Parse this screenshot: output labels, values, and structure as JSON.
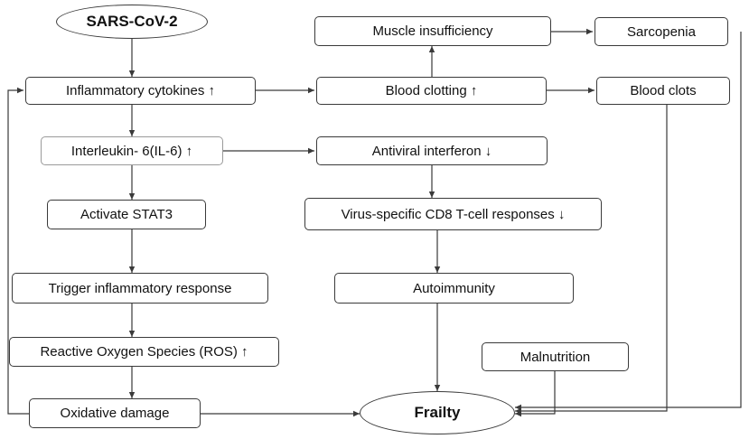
{
  "diagram": {
    "nodes": {
      "sars_cov_2": "SARS-CoV-2",
      "muscle_insufficiency": "Muscle insufficiency",
      "sarcopenia": "Sarcopenia",
      "inflammatory_cytokines": "Inflammatory cytokines ↑",
      "blood_clotting": "Blood clotting ↑",
      "blood_clots": "Blood clots",
      "interleukin_6": "Interleukin- 6(IL-6) ↑",
      "antiviral_interferon": "Antiviral interferon ↓",
      "activate_stat3": "Activate STAT3",
      "cd8_responses": "Virus-specific CD8 T-cell responses ↓",
      "trigger_inflammatory_response": "Trigger inflammatory response",
      "autoimmunity": "Autoimmunity",
      "ros": "Reactive Oxygen Species (ROS) ↑",
      "malnutrition": "Malnutrition",
      "oxidative_damage": "Oxidative damage",
      "frailty": "Frailty"
    },
    "line_color": "#3a3a3a"
  }
}
